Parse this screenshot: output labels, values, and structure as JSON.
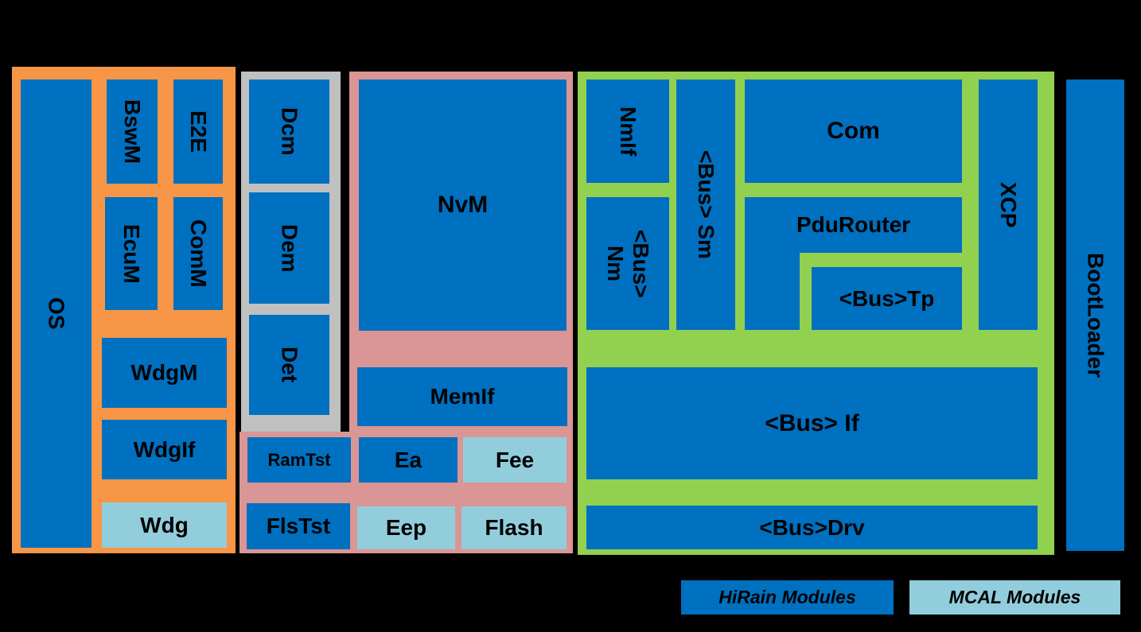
{
  "modules": {
    "os": "OS",
    "bswm": "BswM",
    "e2e": "E2E",
    "ecum": "EcuM",
    "comm": "ComM",
    "wdgm": "WdgM",
    "wdgif": "WdgIf",
    "wdg": "Wdg",
    "dcm": "Dcm",
    "dem": "Dem",
    "det": "Det",
    "nvm": "NvM",
    "memif": "MemIf",
    "ramtst": "RamTst",
    "ea": "Ea",
    "fee": "Fee",
    "flstst": "FlsTst",
    "eep": "Eep",
    "flash": "Flash",
    "nmif": "NmIf",
    "bus_sm": "<Bus> Sm",
    "com": "Com",
    "xcp": "XCP",
    "bus_nm": "<Bus>\nNm",
    "pdurouter": "PduRouter",
    "bus_tp": "<Bus>Tp",
    "bus_if": "<Bus> If",
    "bus_drv": "<Bus>Drv",
    "bootloader": "BootLoader"
  },
  "legend": {
    "hirain": "HiRain Modules",
    "mcal": "MCAL Modules"
  },
  "colors": {
    "hirain_module": "#0070c0",
    "mcal_module": "#92cddc",
    "system_services": "#f79646",
    "diagnostic_services": "#c0c0c0",
    "memory_services": "#da9694",
    "communication_services": "#92d050"
  }
}
